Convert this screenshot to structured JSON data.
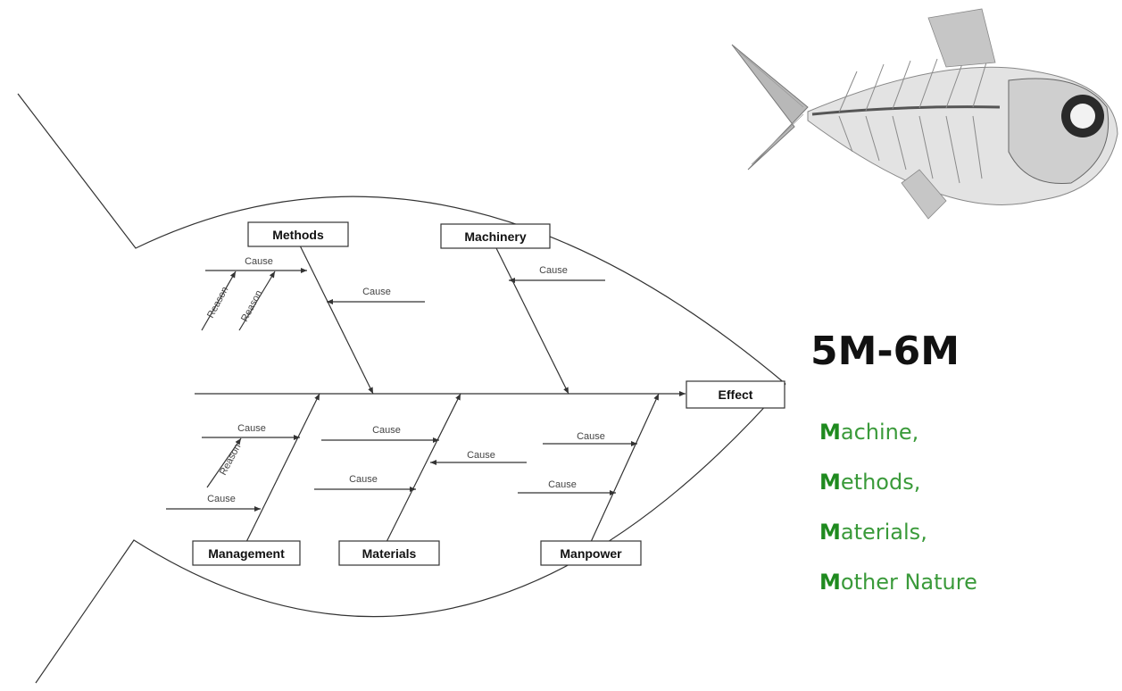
{
  "diagram": {
    "effect": "Effect",
    "categories": {
      "methods": "Methods",
      "machinery": "Machinery",
      "management": "Management",
      "materials": "Materials",
      "manpower": "Manpower"
    },
    "cause_label": "Cause",
    "reason_label": "Reason"
  },
  "sidebar": {
    "title": "5M-6M",
    "items": [
      {
        "cap": "M",
        "rest": "achine,"
      },
      {
        "cap": "M",
        "rest": "ethods,"
      },
      {
        "cap": "M",
        "rest": "aterials,"
      },
      {
        "cap": "M",
        "rest": "other Nature"
      }
    ]
  },
  "colors": {
    "accent_green": "#1f8a1f",
    "line": "#333333"
  },
  "icons": {
    "fish_skeleton": "fish-skeleton-illustration"
  }
}
